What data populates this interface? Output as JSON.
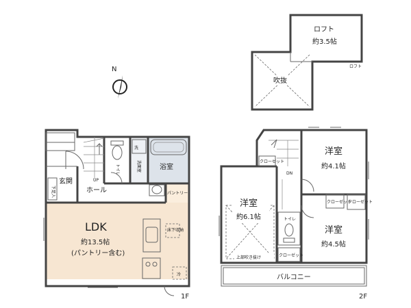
{
  "compass": {
    "north_label": "N"
  },
  "loft": {
    "room_name": "ロフト",
    "room_area": "約3.5帖",
    "level_label": "ロフト",
    "void_label": "吹抜"
  },
  "floor1": {
    "level_label": "1F",
    "ldk_name": "LDK",
    "ldk_area": "約13.5帖",
    "ldk_note": "(パントリー含む)",
    "entrance": "玄関",
    "hall": "ホール",
    "up_label": "UP",
    "toilet": "トイレ",
    "washroom": "洗面室",
    "washer": "洗",
    "bath": "浴室",
    "pantry": "パントリー",
    "shoe_storage": "下足入",
    "floor_storage": "床下収納",
    "fridge": "冷"
  },
  "floor2": {
    "level_label": "2F",
    "room_a_name": "洋室",
    "room_a_area": "約6.1帖",
    "room_b_name": "洋室",
    "room_b_area": "約4.1帖",
    "room_c_name": "洋室",
    "room_c_area": "約4.5帖",
    "closet": "クローゼット",
    "toilet": "トイレ",
    "dn_label": "DN",
    "void_note": "上部吹き抜け",
    "balcony": "バルコニー"
  },
  "colors": {
    "wall": "#444444",
    "ldk_floor": "#f7e6d2",
    "pantry_floor": "#fbeedd",
    "bath_tile": "#dde3ea",
    "wet_area": "#eef1f5",
    "room_floor": "#ffffff"
  }
}
